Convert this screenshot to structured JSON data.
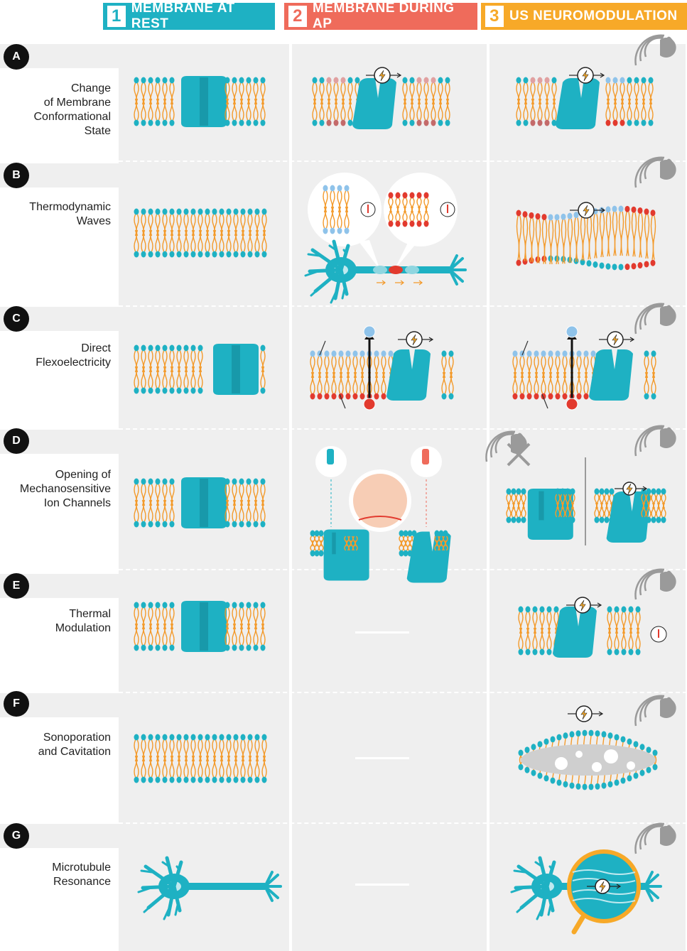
{
  "columns": [
    {
      "number": "1",
      "title": "MEMBRANE AT REST",
      "color": "#1eb1c3"
    },
    {
      "number": "2",
      "title": "MEMBRANE DURING AP",
      "color": "#ef6b5b"
    },
    {
      "number": "3",
      "title": "US NEUROMODULATION",
      "color": "#f7a928"
    }
  ],
  "rows": [
    {
      "letter": "A",
      "label_lines": [
        "Change",
        "of Membrane",
        "Conformational",
        "State"
      ]
    },
    {
      "letter": "B",
      "label_lines": [
        "Thermodynamic",
        "Waves"
      ]
    },
    {
      "letter": "C",
      "label_lines": [
        "Direct",
        "Flexoelectricity"
      ]
    },
    {
      "letter": "D",
      "label_lines": [
        "Opening of",
        "Mechanosensitive",
        "Ion Channels"
      ]
    },
    {
      "letter": "E",
      "label_lines": [
        "Thermal",
        "Modulation"
      ]
    },
    {
      "letter": "F",
      "label_lines": [
        "Sonoporation",
        "and Cavitation"
      ]
    },
    {
      "letter": "G",
      "label_lines": [
        "Microtubule",
        "Resonance"
      ]
    }
  ],
  "colors": {
    "teal": "#1eb1c3",
    "orange": "#f39a2b",
    "red": "#e23a2e",
    "lightblue": "#8fc3ea",
    "gray": "#9a9a9a"
  },
  "icons": [
    "ultrasound-transducer-icon",
    "lightning-icon",
    "thermometer-icon",
    "hand-press-icon",
    "neuron-icon"
  ]
}
